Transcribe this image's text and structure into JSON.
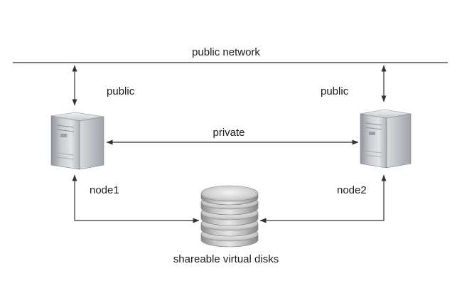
{
  "labels": {
    "public_network": "public network",
    "public_left": "public",
    "public_right": "public",
    "private": "private",
    "node1": "node1",
    "node2": "node2",
    "shared_disks": "shareable virtual disks"
  },
  "icons": {
    "node1": "server-tower-icon",
    "node2": "server-tower-icon",
    "storage": "database-stack-icon"
  },
  "colors": {
    "line": "#333333",
    "server_body": "#c9ccd0",
    "disk": "#b9b9b9"
  }
}
